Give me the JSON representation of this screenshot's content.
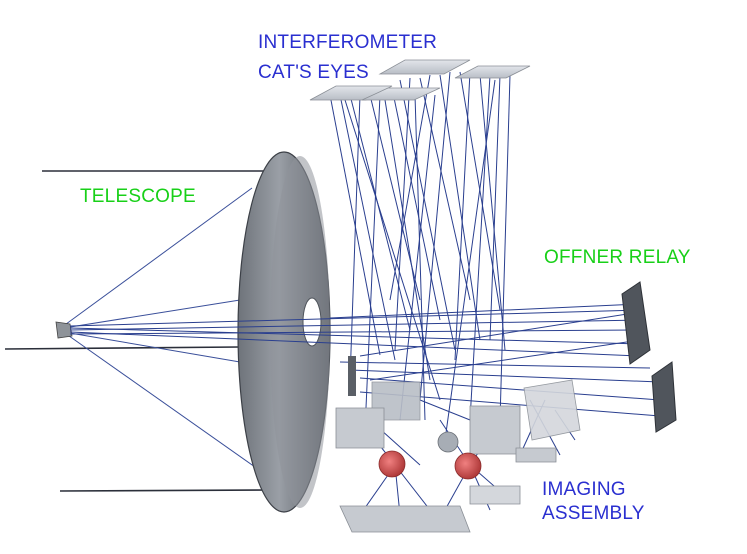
{
  "labels": {
    "interferometer_line1": "INTERFEROMETER",
    "interferometer_line2": "CAT'S EYES",
    "telescope": "TELESCOPE",
    "offner_relay": "OFFNER RELAY",
    "imaging_line1": "IMAGING",
    "imaging_line2": "ASSEMBLY"
  },
  "colors": {
    "blue_label": "#2a2fd0",
    "green_label": "#18d018",
    "ray": "#2a3f8f",
    "mirror_dark": "#5a5f66",
    "mirror_light": "#c8ccd2",
    "detector": "#d9534f"
  }
}
